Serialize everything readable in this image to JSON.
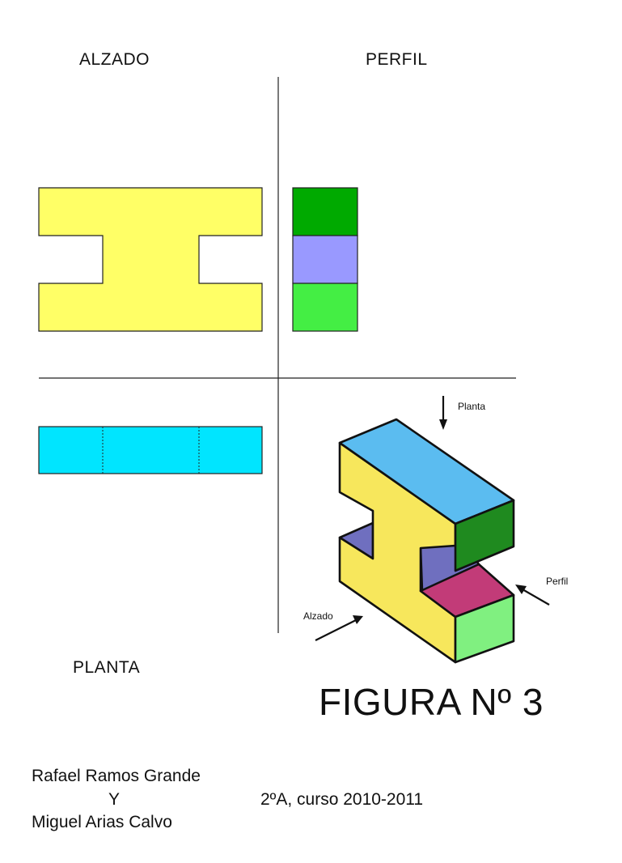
{
  "views": {
    "alzado": "ALZADO",
    "perfil": "PERFIL",
    "planta": "PLANTA"
  },
  "figure_title": "FIGURA Nº 3",
  "isometric_labels": {
    "planta": "Planta",
    "perfil": "Perfil",
    "alzado": "Alzado"
  },
  "authors": {
    "line1": "Rafael Ramos Grande",
    "joiner": "Y",
    "line2": "Miguel Arias Calvo"
  },
  "course": "2ºA, curso 2010-2011",
  "colors": {
    "alzado_face": "#ffff66",
    "perfil_top": "#00aa00",
    "perfil_middle": "#9999ff",
    "perfil_bottom": "#44ee44",
    "planta_face": "#00e5ff",
    "iso_front": "#f7e75c",
    "iso_top": "#5bbcf0",
    "iso_side_top": "#1f8a1f",
    "iso_side_bottom": "#80f080",
    "iso_recess": "#6f6fbf",
    "iso_step": "#c23b78"
  }
}
